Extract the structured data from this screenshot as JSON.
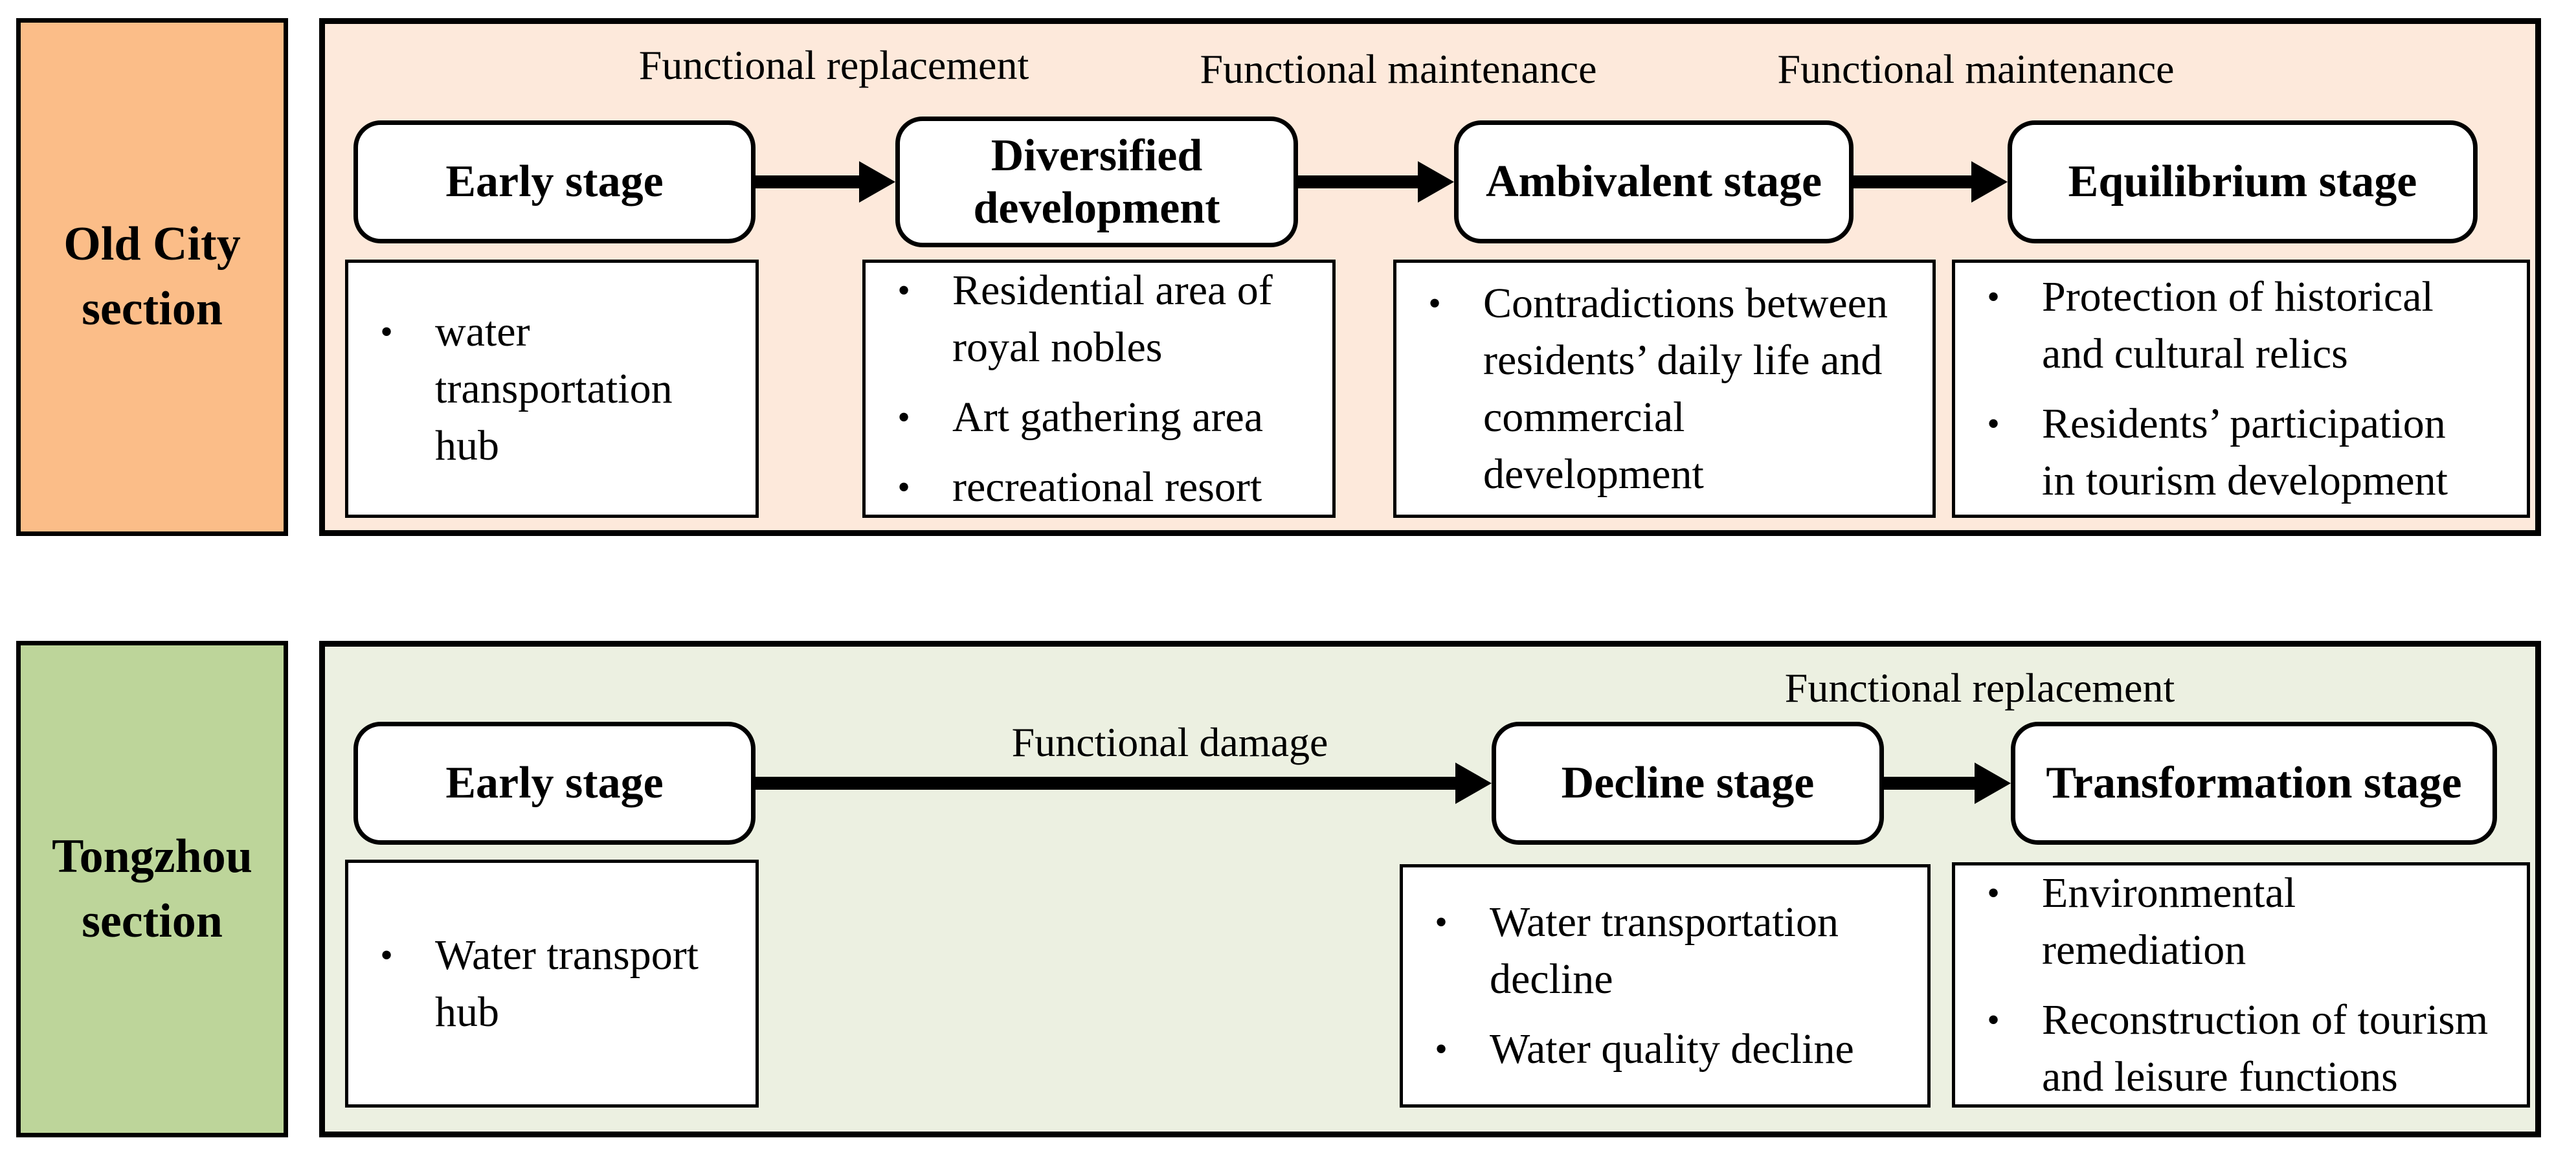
{
  "sections": [
    {
      "label": "Old City section",
      "colors": {
        "label_bg": "#FBBD88",
        "panel_bg": "#FDE9DB"
      },
      "transitions": [
        "Functional replacement",
        "Functional maintenance",
        "Functional maintenance"
      ],
      "stages": [
        {
          "title": "Early stage",
          "details": [
            "water\ntransportation\nhub"
          ]
        },
        {
          "title": "Diversified development",
          "details": [
            "Residential area of\nroyal nobles",
            "Art gathering area",
            "recreational resort"
          ]
        },
        {
          "title": "Ambivalent stage",
          "details": [
            "Contradictions between\nresidents’ daily life and\ncommercial\ndevelopment"
          ]
        },
        {
          "title": "Equilibrium stage",
          "details": [
            "Protection of historical\nand cultural relics",
            "Residents’ participation\nin tourism development"
          ]
        }
      ]
    },
    {
      "label": "Tongzhou section",
      "colors": {
        "label_bg": "#BDD59A",
        "panel_bg": "#ECF0E1"
      },
      "transitions": [
        "Functional damage",
        "Functional replacement"
      ],
      "stages": [
        {
          "title": "Early stage",
          "details": [
            "Water transport\nhub"
          ]
        },
        {
          "title": "Decline stage",
          "details": [
            "Water transportation\ndecline",
            "Water quality decline"
          ]
        },
        {
          "title": "Transformation stage",
          "details": [
            "Environmental\nremediation",
            "Reconstruction of tourism\nand leisure functions"
          ]
        }
      ]
    }
  ],
  "arrow_color": "#000000"
}
